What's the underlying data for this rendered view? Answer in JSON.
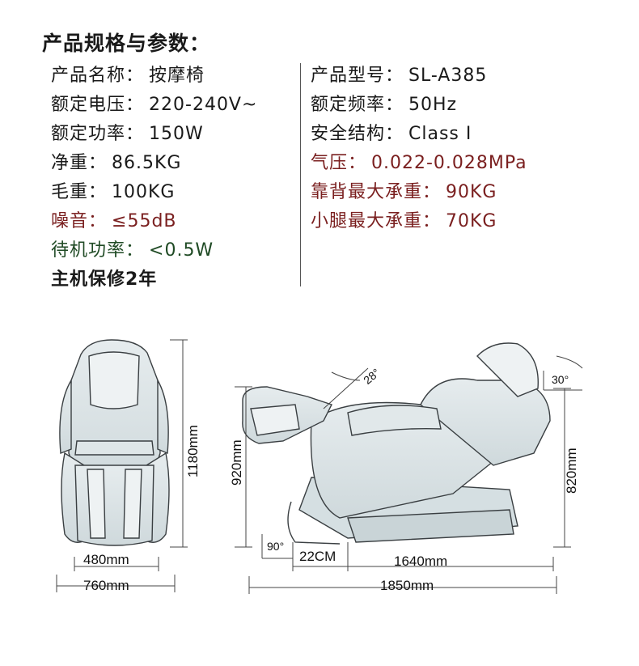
{
  "title": "产品规格与参数：",
  "left_specs": [
    {
      "label": "产品名称：",
      "value": "按摩椅",
      "style": "normal"
    },
    {
      "label": "额定电压：",
      "value": "220-240V~",
      "style": "normal"
    },
    {
      "label": "额定功率：",
      "value": "150W",
      "style": "normal"
    },
    {
      "label": "净重：",
      "value": "86.5KG",
      "style": "normal"
    },
    {
      "label": "毛重：",
      "value": "100KG",
      "style": "normal"
    },
    {
      "label": "噪音：",
      "value": "≤55dB",
      "style": "red"
    },
    {
      "label": "待机功率：",
      "value": "<0.5W",
      "style": "green"
    },
    {
      "label": "主机保修2年",
      "value": "",
      "style": "bold"
    }
  ],
  "right_specs": [
    {
      "label": "产品型号：",
      "value": "SL-A385",
      "style": "normal"
    },
    {
      "label": "额定频率：",
      "value": "50Hz",
      "style": "normal"
    },
    {
      "label": "安全结构：",
      "value": "Class Ⅰ",
      "style": "normal"
    },
    {
      "label": "气压：",
      "value": "0.022-0.028MPa",
      "style": "red"
    },
    {
      "label": "靠背最大承重：",
      "value": "90KG",
      "style": "red"
    },
    {
      "label": "小腿最大承重：",
      "value": "70KG",
      "style": "red"
    }
  ],
  "dimensions": {
    "front_height": "1180mm",
    "inner_width": "480mm",
    "outer_width": "760mm",
    "side_height_left": "920mm",
    "side_height_right": "820mm",
    "angle_footrest": "28°",
    "angle_back": "30°",
    "angle_base": "90°",
    "clearance": "22CM",
    "reclined_length_inner": "1640mm",
    "reclined_length_total": "1850mm"
  }
}
